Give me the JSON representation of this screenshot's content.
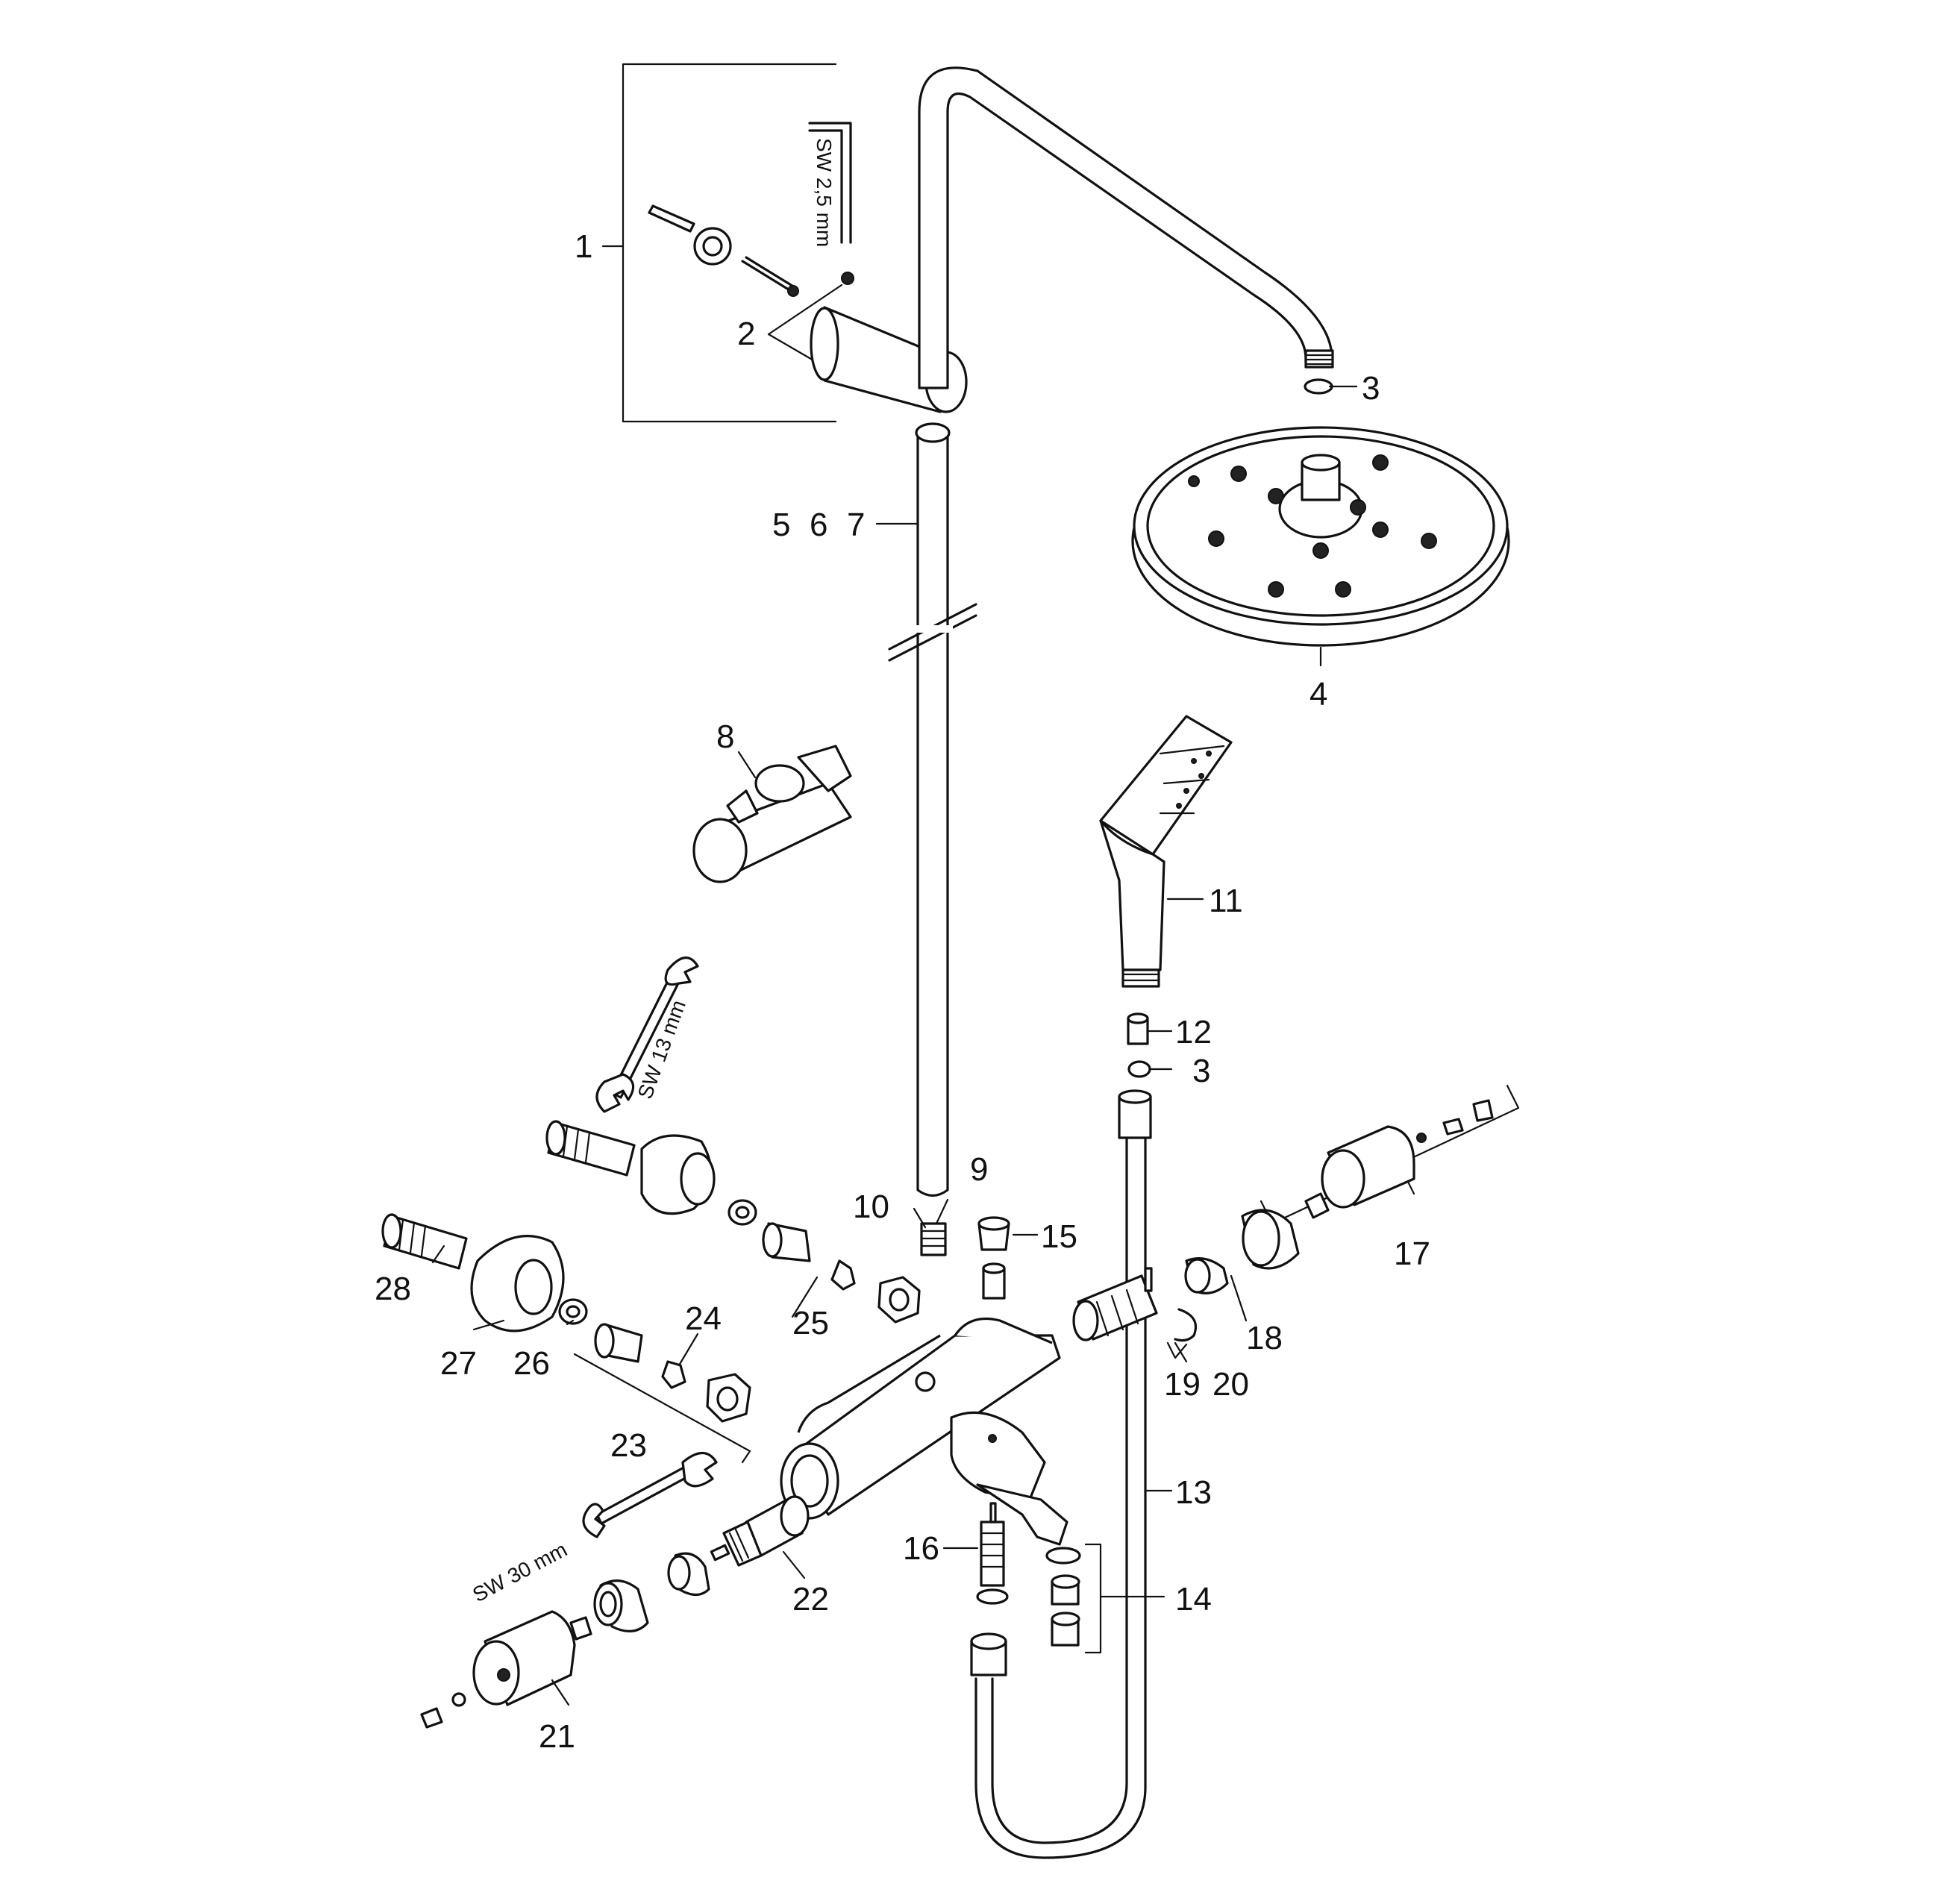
{
  "diagram": {
    "callouts": {
      "c1": "1",
      "c2": "2",
      "c3a": "3",
      "c3b": "3",
      "c4": "4",
      "c5": "5",
      "c6": "6",
      "c7": "7",
      "c8": "8",
      "c9": "9",
      "c10": "10",
      "c11": "11",
      "c12": "12",
      "c13": "13",
      "c14": "14",
      "c15": "15",
      "c16": "16",
      "c17": "17",
      "c18": "18",
      "c19": "19",
      "c20": "20",
      "c21": "21",
      "c22": "22",
      "c23": "23",
      "c24": "24",
      "c25": "25",
      "c26": "26",
      "c27": "27",
      "c28": "28"
    },
    "tools": {
      "hex_key": "SW 2,5 mm",
      "wrench_small": "SW 13 mm",
      "wrench_large": "SW 30 mm"
    }
  }
}
